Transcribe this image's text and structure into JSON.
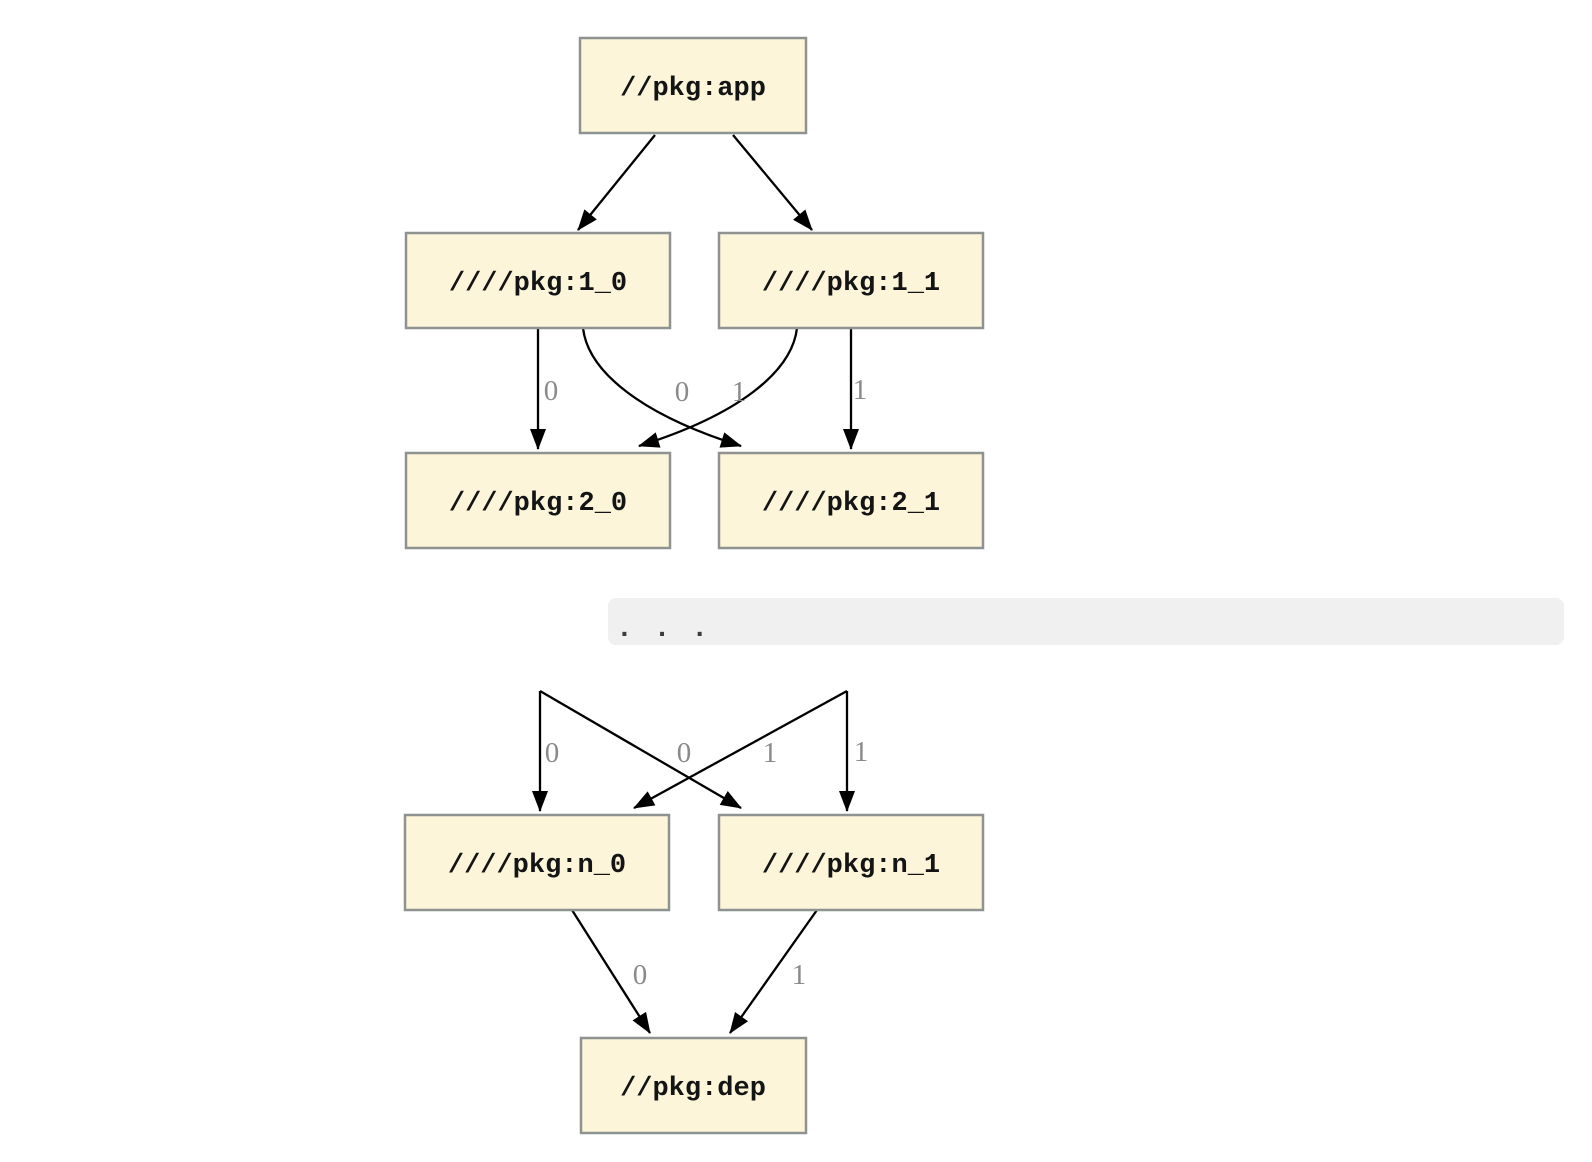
{
  "diagram": {
    "kind": "dependency-graph",
    "colors": {
      "background": "#ffffff",
      "node_fill": "#fcf5da",
      "node_border": "#8e9290",
      "node_text": "#141414",
      "edge": "#000000",
      "edge_label": "#8a8a8a",
      "ellipsis_band": "#f0f0f0",
      "ellipsis_text": "#3c3c3c"
    },
    "nodes": [
      {
        "id": "app",
        "label": "//pkg:app"
      },
      {
        "id": "1_0",
        "label": "////pkg:1_0"
      },
      {
        "id": "1_1",
        "label": "////pkg:1_1"
      },
      {
        "id": "2_0",
        "label": "////pkg:2_0"
      },
      {
        "id": "2_1",
        "label": "////pkg:2_1"
      },
      {
        "id": "n_0",
        "label": "////pkg:n_0"
      },
      {
        "id": "n_1",
        "label": "////pkg:n_1"
      },
      {
        "id": "dep",
        "label": "//pkg:dep"
      }
    ],
    "edges": [
      {
        "from": "app",
        "to": "1_0",
        "label": ""
      },
      {
        "from": "app",
        "to": "1_1",
        "label": ""
      },
      {
        "from": "1_0",
        "to": "2_0",
        "label": "0"
      },
      {
        "from": "1_0",
        "to": "2_1",
        "label": "0"
      },
      {
        "from": "1_1",
        "to": "2_0",
        "label": "1"
      },
      {
        "from": "1_1",
        "to": "2_1",
        "label": "1"
      },
      {
        "from": "cut-off-left",
        "to": "n_0",
        "label": "0"
      },
      {
        "from": "cut-off-left",
        "to": "n_1",
        "label": "0"
      },
      {
        "from": "cut-off-right",
        "to": "n_0",
        "label": "1"
      },
      {
        "from": "cut-off-right",
        "to": "n_1",
        "label": "1"
      },
      {
        "from": "n_0",
        "to": "dep",
        "label": "0"
      },
      {
        "from": "n_1",
        "to": "dep",
        "label": "1"
      }
    ],
    "ellipsis": ". . ."
  }
}
